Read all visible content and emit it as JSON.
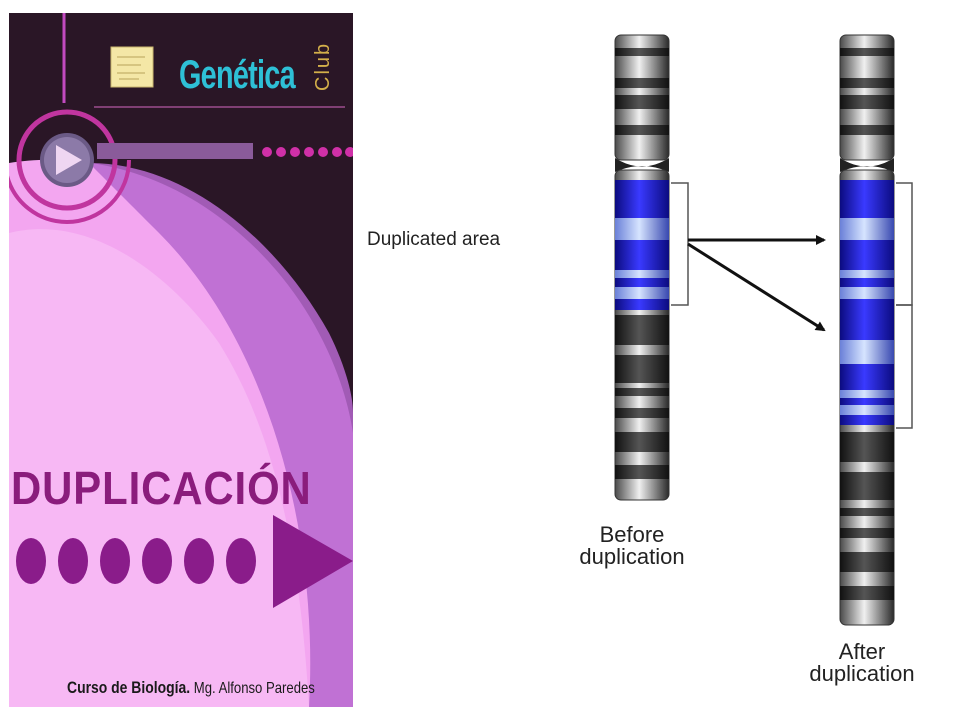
{
  "panel": {
    "logo_title": "Genética",
    "logo_subtitle": "Club",
    "title": "DUPLICACIÓN",
    "footer_course": "Curso de Biología.",
    "footer_author": "Mg. Alfonso Paredes"
  },
  "diagram": {
    "duplicated_label": "Duplicated area",
    "before_line1": "Before",
    "before_line2": "duplication",
    "after_line1": "After",
    "after_line2": "duplication"
  },
  "colors": {
    "panel_dark": "#2a1626",
    "panel_pink": "#f3a6f0",
    "panel_violet": "#c47ad8",
    "title_purple": "#8a1c7c",
    "logo_cyan": "#2ec0d6",
    "dup_blue": "#1c1cd8"
  }
}
